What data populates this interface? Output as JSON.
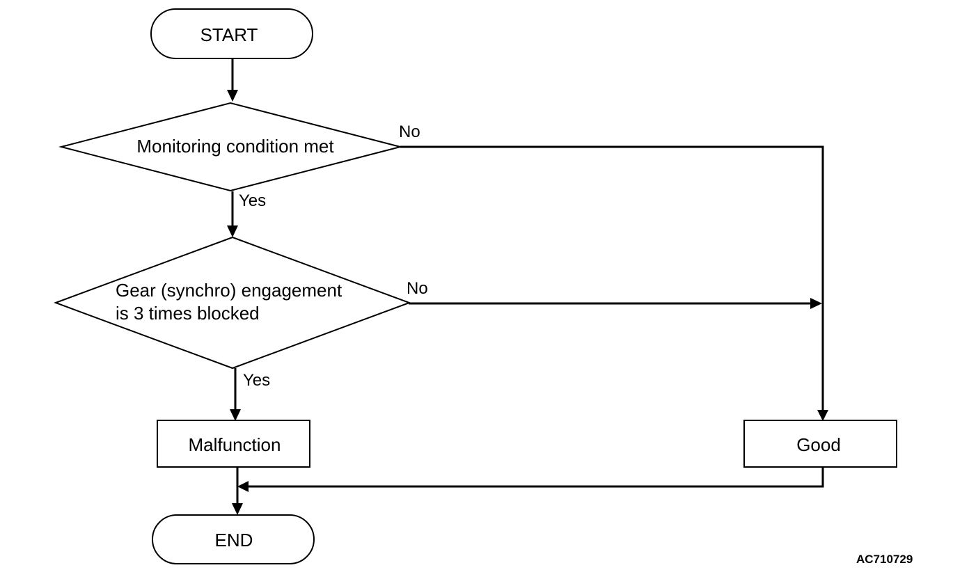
{
  "nodes": {
    "start": "START",
    "monitoring": "Monitoring condition met",
    "gear_line1": "Gear (synchro) engagement",
    "gear_line2": "is 3 times blocked",
    "malfunction": "Malfunction",
    "good": "Good",
    "end": "END"
  },
  "labels": {
    "monitoring_no": "No",
    "monitoring_yes": "Yes",
    "gear_no": "No",
    "gear_yes": "Yes"
  },
  "figure_id": "AC710729"
}
